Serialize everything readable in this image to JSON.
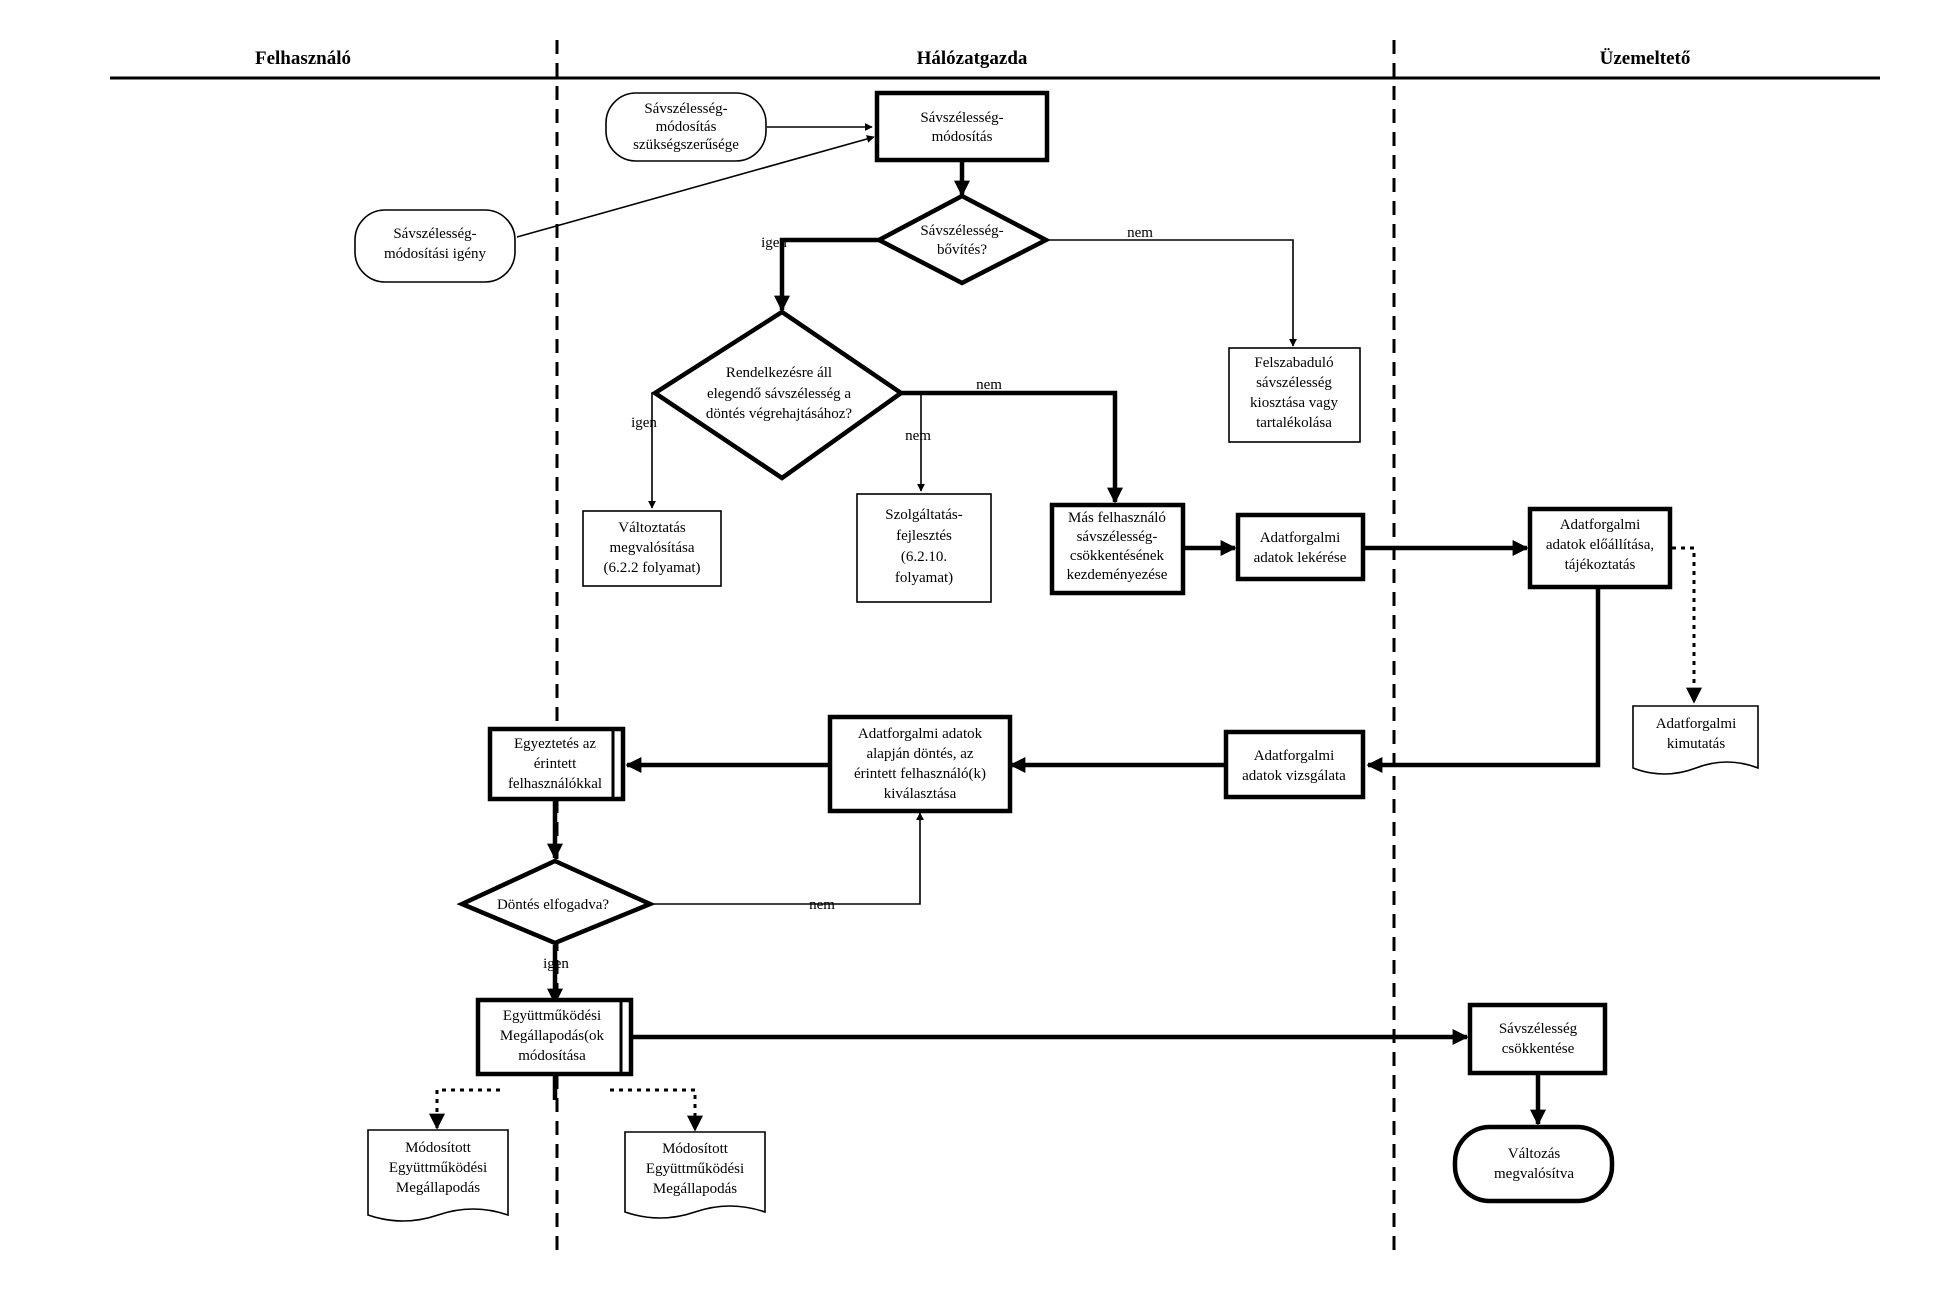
{
  "lanes": {
    "felhasznalo": "Felhasználó",
    "halozatgazda": "Hálózatgazda",
    "uzemelteto": "Üzemeltető"
  },
  "nodes": {
    "need": [
      "Sávszélesség-",
      "módosítás",
      "szükségszerűsége"
    ],
    "request": [
      "Sávszélesség-",
      "módosítási igény"
    ],
    "modify": [
      "Sávszélesség-",
      "módosítás"
    ],
    "expand_decision": [
      "Sávszélesség-",
      "bővítés?"
    ],
    "freed": [
      "Felszabaduló",
      "sávszélesség",
      "kiosztása vagy",
      "tartalékolása"
    ],
    "available_decision": [
      "Rendelkezésre áll",
      "elegendő sávszélesség a",
      "döntés végrehajtásához?"
    ],
    "change_impl": [
      "Változtatás",
      "megvalósítása",
      "(6.2.2 folyamat)"
    ],
    "service_dev": [
      "Szolgáltatás-",
      "fejlesztés",
      "(6.2.10.",
      "folyamat)"
    ],
    "other_user_reduce": [
      "Más felhasználó",
      "sávszélesség-",
      "csökkentésének",
      "kezdeményezése"
    ],
    "traffic_query": [
      "Adatforgalmi",
      "adatok lekérése"
    ],
    "traffic_produce": [
      "Adatforgalmi",
      "adatok előállítása,",
      "tájékoztatás"
    ],
    "traffic_report": [
      "Adatforgalmi",
      "kimutatás"
    ],
    "traffic_exam": [
      "Adatforgalmi",
      "adatok vizsgálata"
    ],
    "decision_select": [
      "Adatforgalmi adatok",
      "alapján döntés, az",
      "érintett felhasználó(k)",
      "kiválasztása"
    ],
    "reconcile": [
      "Egyeztetés az",
      "érintett",
      "felhasználókkal"
    ],
    "accepted_decision": [
      "Döntés elfogadva?"
    ],
    "agreement_mod": [
      "Együttműködési",
      "Megállapodás(ok",
      "módosítása"
    ],
    "modified_agreement_1": [
      "Módosított",
      "Együttműködési",
      "Megállapodás"
    ],
    "modified_agreement_2": [
      "Módosított",
      "Együttműködési",
      "Megállapodás"
    ],
    "bw_reduce": [
      "Sávszélesség",
      "csökkentése"
    ],
    "done": [
      "Változás",
      "megvalósítva"
    ]
  },
  "edge_labels": {
    "expand_yes": "igen",
    "expand_no": "nem",
    "available_yes": "igen",
    "available_no_1": "nem",
    "available_no_2": "nem",
    "accepted_no": "nem",
    "accepted_yes": "igen"
  }
}
